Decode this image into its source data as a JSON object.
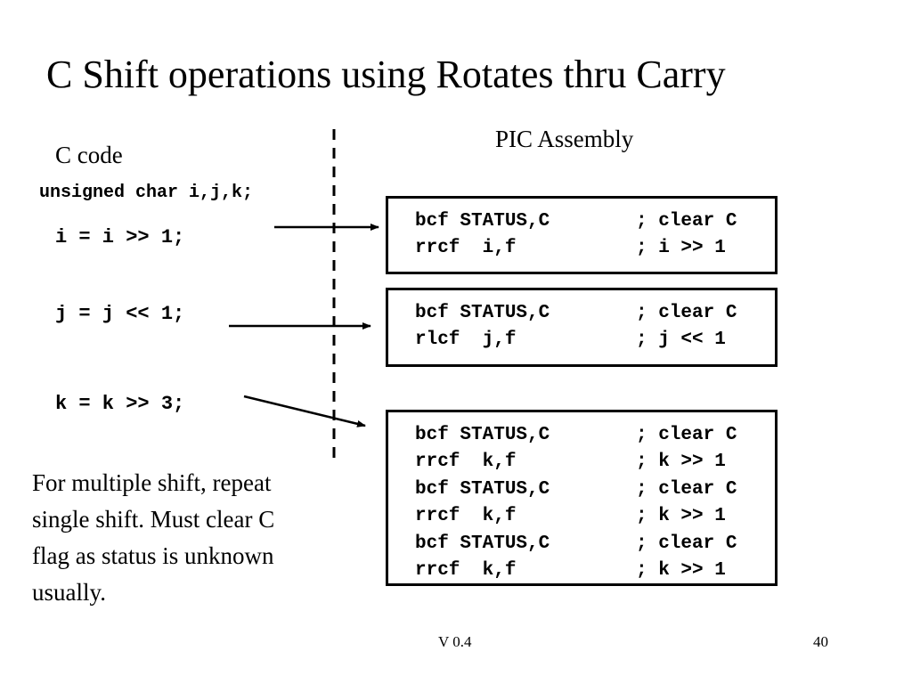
{
  "slide": {
    "title": "C Shift operations using Rotates thru Carry",
    "c_code_label": "C code",
    "asm_label": "PIC Assembly",
    "declaration": "unsigned char i,j,k;",
    "statements": [
      "i = i >> 1;",
      "j = j << 1;",
      "k = k >> 3;"
    ],
    "asm_blocks": [
      {
        "lines": [
          {
            "instr": "bcf STATUS,C",
            "comment": "; clear C"
          },
          {
            "instr": "rrcf  i,f",
            "comment": "; i >> 1"
          }
        ]
      },
      {
        "lines": [
          {
            "instr": "bcf STATUS,C",
            "comment": "; clear C"
          },
          {
            "instr": "rlcf  j,f",
            "comment": "; j << 1"
          }
        ]
      },
      {
        "lines": [
          {
            "instr": "bcf STATUS,C",
            "comment": "; clear C"
          },
          {
            "instr": "rrcf  k,f",
            "comment": "; k >> 1"
          },
          {
            "instr": "bcf STATUS,C",
            "comment": "; clear C"
          },
          {
            "instr": "rrcf  k,f",
            "comment": "; k >> 1"
          },
          {
            "instr": "bcf STATUS,C",
            "comment": "; clear C"
          },
          {
            "instr": "rrcf  k,f",
            "comment": "; k >> 1"
          }
        ]
      }
    ],
    "note": "For multiple shift, repeat single shift. Must clear C flag as status is unknown usually.",
    "footer": {
      "version": "V 0.4",
      "page": "40"
    }
  }
}
